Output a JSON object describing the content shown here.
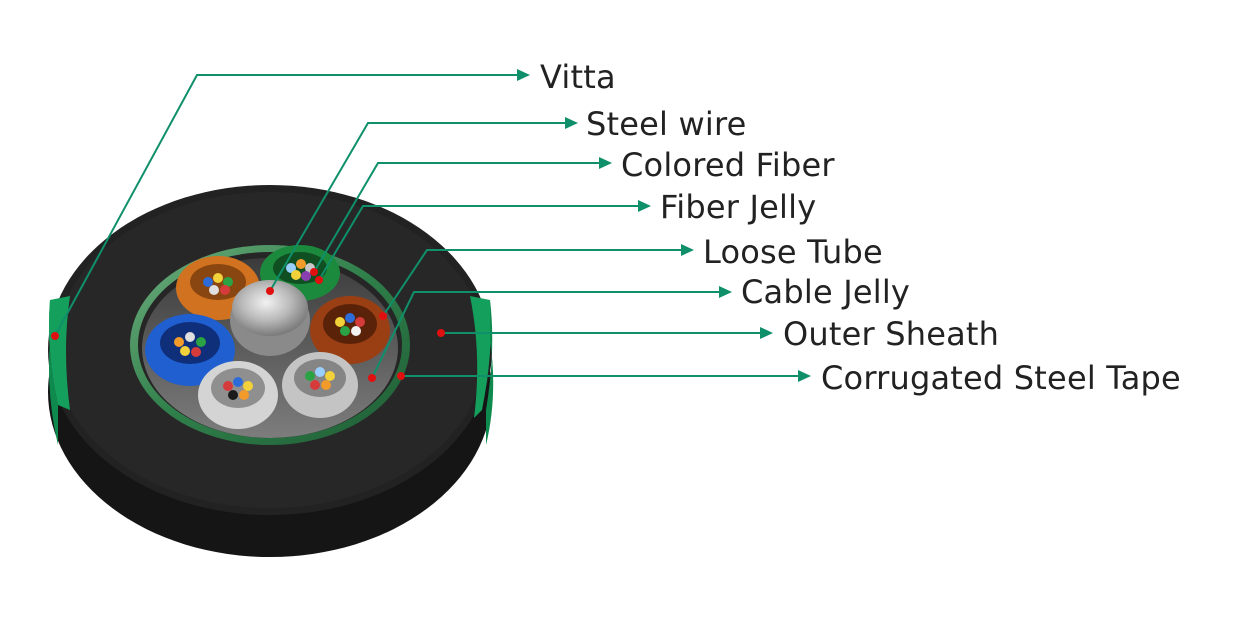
{
  "labels": {
    "vitta": "Vitta",
    "steel_wire": "Steel wire",
    "colored_fiber": "Colored Fiber",
    "fiber_jelly": "Fiber Jelly",
    "loose_tube": "Loose Tube",
    "cable_jelly": "Cable Jelly",
    "outer_sheath": "Outer Sheath",
    "corrugated_steel_tape": "Corrugated Steel Tape"
  },
  "colors": {
    "leader_line": "#0f8f6a",
    "marker_dot": "#e01010",
    "sheath": "#1b1b1b",
    "vitta_stripe": "#0e8a4e",
    "steel_tape": "#3f8f5a"
  }
}
